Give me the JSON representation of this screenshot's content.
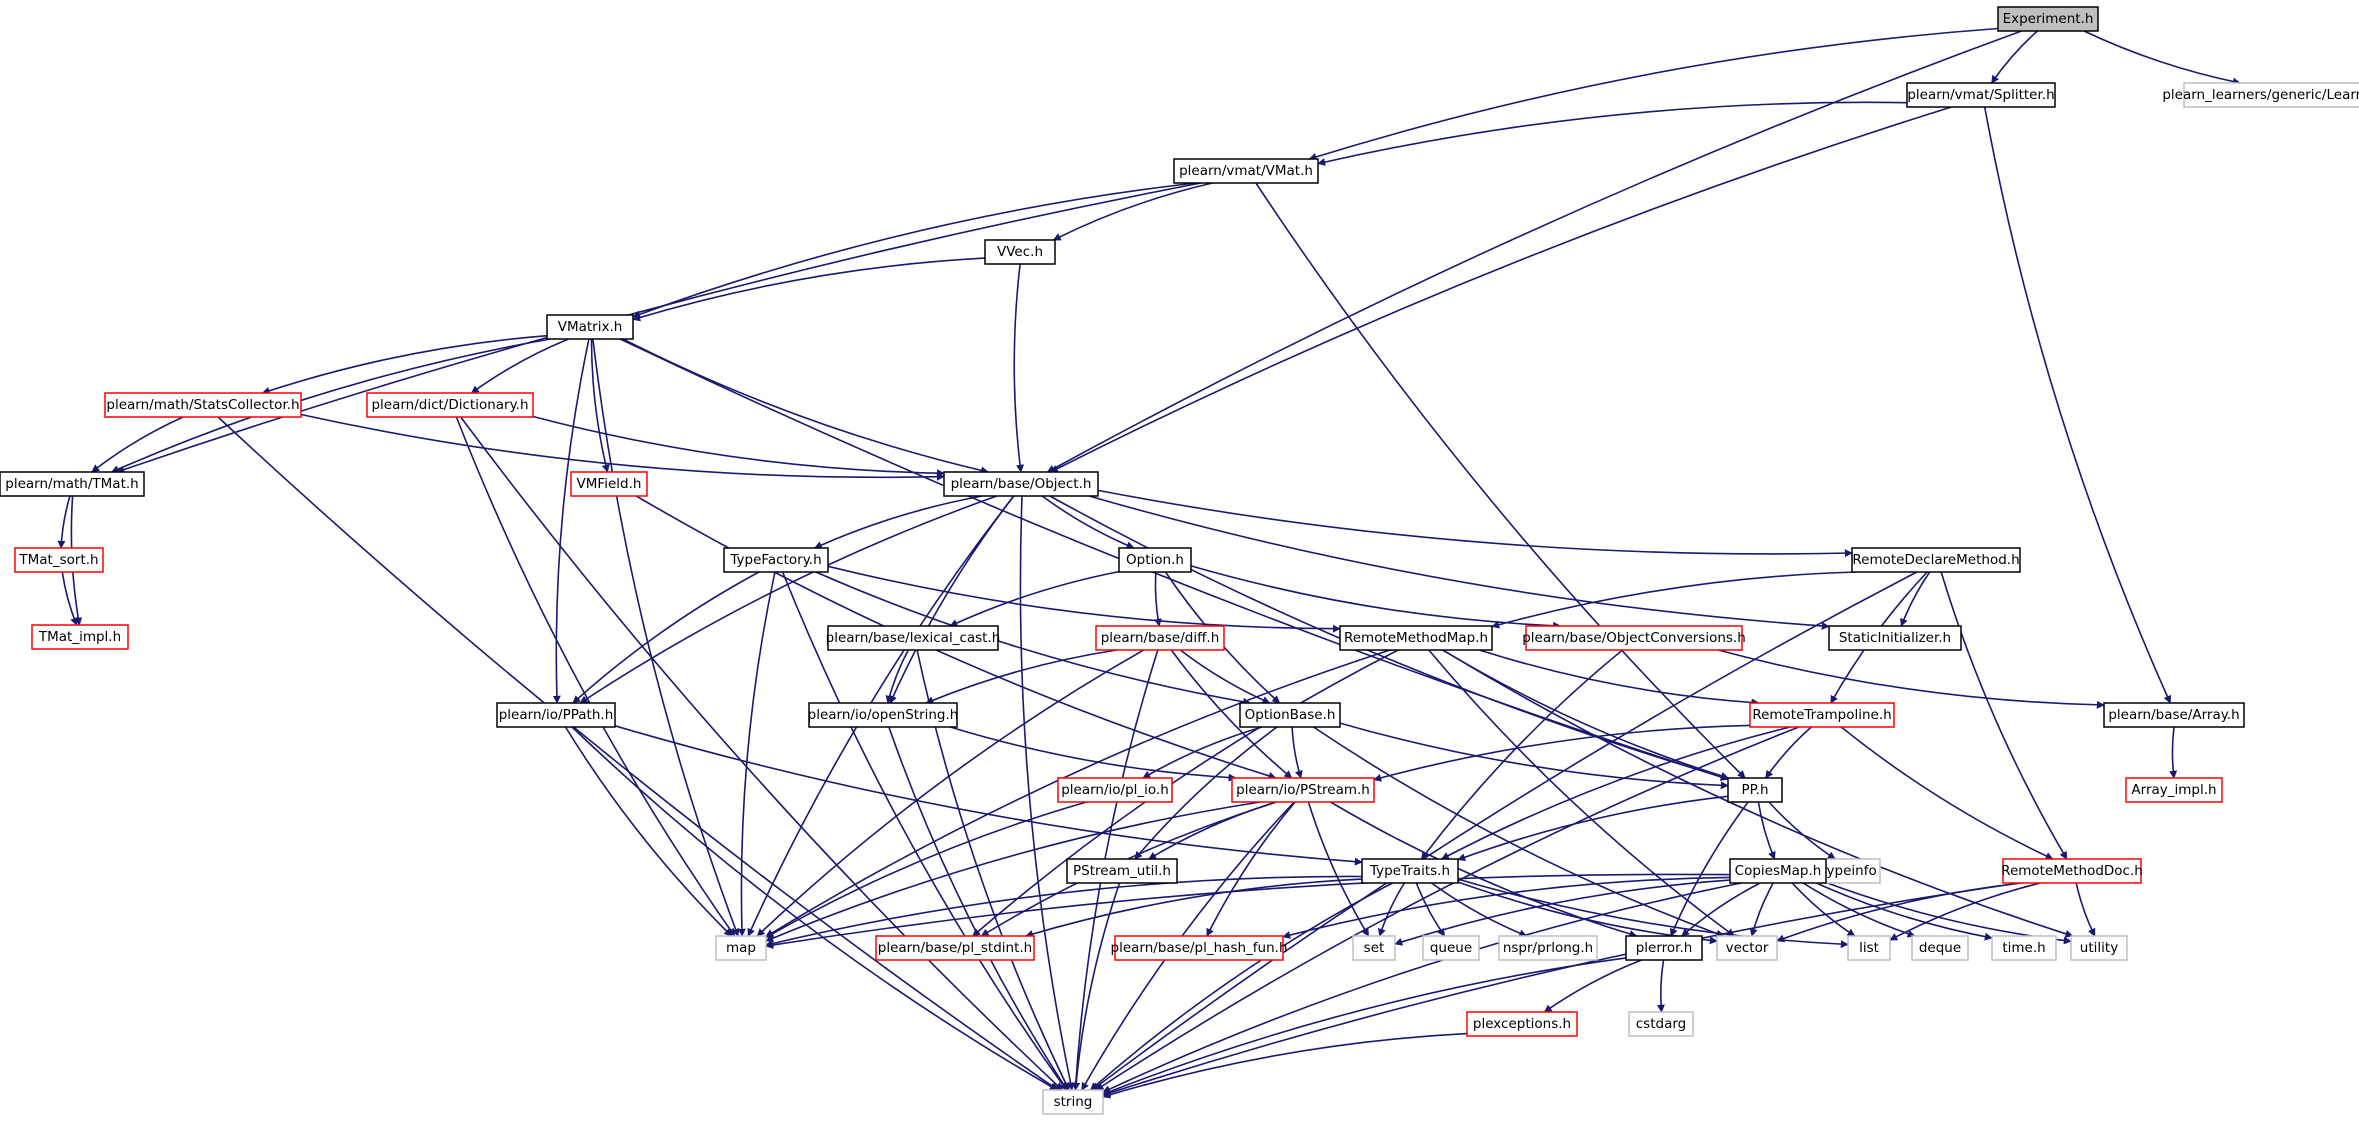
{
  "graph": {
    "title": "Experiment.h",
    "colors": {
      "edge": "#191970",
      "root_fill": "#bfbfbf",
      "normal_border": "#000000",
      "red_border": "#ff0000",
      "external_border": "#bfbfbf"
    },
    "nodes": [
      {
        "id": "experiment",
        "label": "Experiment.h",
        "style": "root"
      },
      {
        "id": "splitter",
        "label": "plearn/vmat/Splitter.h",
        "style": "normal"
      },
      {
        "id": "learner",
        "label": "plearn_learners/generic/Learner.h",
        "style": "external"
      },
      {
        "id": "vmat",
        "label": "plearn/vmat/VMat.h",
        "style": "normal"
      },
      {
        "id": "vvec",
        "label": "VVec.h",
        "style": "normal"
      },
      {
        "id": "vmatrix",
        "label": "VMatrix.h",
        "style": "normal"
      },
      {
        "id": "statscollector",
        "label": "plearn/math/StatsCollector.h",
        "style": "red"
      },
      {
        "id": "dictionary",
        "label": "plearn/dict/Dictionary.h",
        "style": "red"
      },
      {
        "id": "tmat",
        "label": "plearn/math/TMat.h",
        "style": "normal"
      },
      {
        "id": "vmfield",
        "label": "VMField.h",
        "style": "red"
      },
      {
        "id": "object",
        "label": "plearn/base/Object.h",
        "style": "normal"
      },
      {
        "id": "tmatsort",
        "label": "TMat_sort.h",
        "style": "red"
      },
      {
        "id": "tmatimpl",
        "label": "TMat_impl.h",
        "style": "red"
      },
      {
        "id": "typefactory",
        "label": "TypeFactory.h",
        "style": "normal"
      },
      {
        "id": "option",
        "label": "Option.h",
        "style": "normal"
      },
      {
        "id": "remotedeclare",
        "label": "RemoteDeclareMethod.h",
        "style": "normal"
      },
      {
        "id": "lexicalcast",
        "label": "plearn/base/lexical_cast.h",
        "style": "normal"
      },
      {
        "id": "diff",
        "label": "plearn/base/diff.h",
        "style": "red"
      },
      {
        "id": "remotemethodmap",
        "label": "RemoteMethodMap.h",
        "style": "normal"
      },
      {
        "id": "objconv",
        "label": "plearn/base/ObjectConversions.h",
        "style": "red"
      },
      {
        "id": "staticinit",
        "label": "StaticInitializer.h",
        "style": "normal"
      },
      {
        "id": "ppath",
        "label": "plearn/io/PPath.h",
        "style": "normal"
      },
      {
        "id": "openstring",
        "label": "plearn/io/openString.h",
        "style": "normal"
      },
      {
        "id": "optionbase",
        "label": "OptionBase.h",
        "style": "normal"
      },
      {
        "id": "remotetramp",
        "label": "RemoteTrampoline.h",
        "style": "red"
      },
      {
        "id": "array",
        "label": "plearn/base/Array.h",
        "style": "normal"
      },
      {
        "id": "plio",
        "label": "plearn/io/pl_io.h",
        "style": "red"
      },
      {
        "id": "pstream",
        "label": "plearn/io/PStream.h",
        "style": "red"
      },
      {
        "id": "pp",
        "label": "PP.h",
        "style": "normal"
      },
      {
        "id": "arrayimpl",
        "label": "Array_impl.h",
        "style": "red"
      },
      {
        "id": "pstreamutil",
        "label": "PStream_util.h",
        "style": "normal"
      },
      {
        "id": "typetraits",
        "label": "TypeTraits.h",
        "style": "normal"
      },
      {
        "id": "typeinfo",
        "label": "typeinfo",
        "style": "external"
      },
      {
        "id": "copiesmap",
        "label": "CopiesMap.h",
        "style": "normal"
      },
      {
        "id": "remotemethoddoc",
        "label": "RemoteMethodDoc.h",
        "style": "red"
      },
      {
        "id": "map",
        "label": "map",
        "style": "external"
      },
      {
        "id": "plstdint",
        "label": "plearn/base/pl_stdint.h",
        "style": "red"
      },
      {
        "id": "plhashfun",
        "label": "plearn/base/pl_hash_fun.h",
        "style": "red"
      },
      {
        "id": "set",
        "label": "set",
        "style": "external"
      },
      {
        "id": "queue",
        "label": "queue",
        "style": "external"
      },
      {
        "id": "prlong",
        "label": "nspr/prlong.h",
        "style": "external"
      },
      {
        "id": "plerror",
        "label": "plerror.h",
        "style": "normal"
      },
      {
        "id": "vector",
        "label": "vector",
        "style": "external"
      },
      {
        "id": "list",
        "label": "list",
        "style": "external"
      },
      {
        "id": "deque",
        "label": "deque",
        "style": "external"
      },
      {
        "id": "timeh",
        "label": "time.h",
        "style": "external"
      },
      {
        "id": "utility",
        "label": "utility",
        "style": "external"
      },
      {
        "id": "plexceptions",
        "label": "plexceptions.h",
        "style": "red"
      },
      {
        "id": "cstdarg",
        "label": "cstdarg",
        "style": "external"
      },
      {
        "id": "string",
        "label": "string",
        "style": "external"
      }
    ],
    "edges": [
      [
        "experiment",
        "splitter"
      ],
      [
        "experiment",
        "learner"
      ],
      [
        "experiment",
        "vmat"
      ],
      [
        "experiment",
        "object"
      ],
      [
        "splitter",
        "vmat"
      ],
      [
        "splitter",
        "object"
      ],
      [
        "splitter",
        "array"
      ],
      [
        "vmat",
        "vvec"
      ],
      [
        "vmat",
        "vmatrix"
      ],
      [
        "vmat",
        "tmat"
      ],
      [
        "vmat",
        "pp"
      ],
      [
        "vvec",
        "vmatrix"
      ],
      [
        "vvec",
        "object"
      ],
      [
        "vmatrix",
        "statscollector"
      ],
      [
        "vmatrix",
        "dictionary"
      ],
      [
        "vmatrix",
        "tmat"
      ],
      [
        "vmatrix",
        "vmfield"
      ],
      [
        "vmatrix",
        "object"
      ],
      [
        "vmatrix",
        "ppath"
      ],
      [
        "vmatrix",
        "map"
      ],
      [
        "vmatrix",
        "pp"
      ],
      [
        "statscollector",
        "tmat"
      ],
      [
        "statscollector",
        "object"
      ],
      [
        "statscollector",
        "string"
      ],
      [
        "dictionary",
        "object"
      ],
      [
        "dictionary",
        "map"
      ],
      [
        "dictionary",
        "string"
      ],
      [
        "tmat",
        "tmatsort"
      ],
      [
        "tmat",
        "tmatimpl"
      ],
      [
        "tmatsort",
        "tmatimpl"
      ],
      [
        "vmfield",
        "pstream"
      ],
      [
        "object",
        "typefactory"
      ],
      [
        "object",
        "option"
      ],
      [
        "object",
        "remotedeclare"
      ],
      [
        "object",
        "staticinit"
      ],
      [
        "object",
        "ppath"
      ],
      [
        "object",
        "openstring"
      ],
      [
        "object",
        "map"
      ],
      [
        "object",
        "pp"
      ],
      [
        "object",
        "string"
      ],
      [
        "typefactory",
        "ppath"
      ],
      [
        "typefactory",
        "optionbase"
      ],
      [
        "typefactory",
        "remotemethodmap"
      ],
      [
        "typefactory",
        "map"
      ],
      [
        "typefactory",
        "string"
      ],
      [
        "option",
        "lexicalcast"
      ],
      [
        "option",
        "diff"
      ],
      [
        "option",
        "optionbase"
      ],
      [
        "option",
        "objconv"
      ],
      [
        "remotedeclare",
        "remotemethodmap"
      ],
      [
        "remotedeclare",
        "staticinit"
      ],
      [
        "remotedeclare",
        "remotetramp"
      ],
      [
        "remotedeclare",
        "remotemethoddoc"
      ],
      [
        "remotedeclare",
        "string"
      ],
      [
        "lexicalcast",
        "openstring"
      ],
      [
        "lexicalcast",
        "string"
      ],
      [
        "diff",
        "openstring"
      ],
      [
        "diff",
        "optionbase"
      ],
      [
        "diff",
        "pstream"
      ],
      [
        "diff",
        "map"
      ],
      [
        "diff",
        "string"
      ],
      [
        "remotemethodmap",
        "pp"
      ],
      [
        "remotemethodmap",
        "remotetramp"
      ],
      [
        "remotemethodmap",
        "map"
      ],
      [
        "remotemethodmap",
        "vector"
      ],
      [
        "remotemethodmap",
        "plstdint"
      ],
      [
        "remotemethodmap",
        "utility"
      ],
      [
        "objconv",
        "array"
      ],
      [
        "objconv",
        "typetraits"
      ],
      [
        "ppath",
        "typetraits"
      ],
      [
        "ppath",
        "map"
      ],
      [
        "ppath",
        "string"
      ],
      [
        "openstring",
        "pstream"
      ],
      [
        "openstring",
        "string"
      ],
      [
        "optionbase",
        "plio"
      ],
      [
        "optionbase",
        "pstream"
      ],
      [
        "optionbase",
        "pp"
      ],
      [
        "optionbase",
        "pstreamutil"
      ],
      [
        "optionbase",
        "vector"
      ],
      [
        "remotetramp",
        "pp"
      ],
      [
        "remotetramp",
        "pstream"
      ],
      [
        "remotetramp",
        "typetraits"
      ],
      [
        "remotetramp",
        "remotemethoddoc"
      ],
      [
        "remotetramp",
        "string"
      ],
      [
        "array",
        "arrayimpl"
      ],
      [
        "plio",
        "map"
      ],
      [
        "pstream",
        "pstreamutil"
      ],
      [
        "pstream",
        "map"
      ],
      [
        "pstream",
        "plhashfun"
      ],
      [
        "pstream",
        "plstdint"
      ],
      [
        "pstream",
        "set"
      ],
      [
        "pstream",
        "plerror"
      ],
      [
        "pstream",
        "string"
      ],
      [
        "pp",
        "typetraits"
      ],
      [
        "pp",
        "typeinfo"
      ],
      [
        "pp",
        "copiesmap"
      ],
      [
        "pp",
        "plerror"
      ],
      [
        "pstreamutil",
        "string"
      ],
      [
        "typetraits",
        "map"
      ],
      [
        "typetraits",
        "plstdint"
      ],
      [
        "typetraits",
        "set"
      ],
      [
        "typetraits",
        "queue"
      ],
      [
        "typetraits",
        "prlong"
      ],
      [
        "typetraits",
        "vector"
      ],
      [
        "typetraits",
        "list"
      ],
      [
        "typetraits",
        "string"
      ],
      [
        "copiesmap",
        "map"
      ],
      [
        "copiesmap",
        "plerror"
      ],
      [
        "copiesmap",
        "plhashfun"
      ],
      [
        "copiesmap",
        "set"
      ],
      [
        "copiesmap",
        "vector"
      ],
      [
        "copiesmap",
        "list"
      ],
      [
        "copiesmap",
        "deque"
      ],
      [
        "copiesmap",
        "timeh"
      ],
      [
        "copiesmap",
        "utility"
      ],
      [
        "copiesmap",
        "string"
      ],
      [
        "remotemethoddoc",
        "vector"
      ],
      [
        "remotemethoddoc",
        "list"
      ],
      [
        "remotemethoddoc",
        "utility"
      ],
      [
        "remotemethoddoc",
        "string"
      ],
      [
        "plerror",
        "plexceptions"
      ],
      [
        "plerror",
        "cstdarg"
      ],
      [
        "plerror",
        "string"
      ],
      [
        "plexceptions",
        "string"
      ]
    ]
  }
}
